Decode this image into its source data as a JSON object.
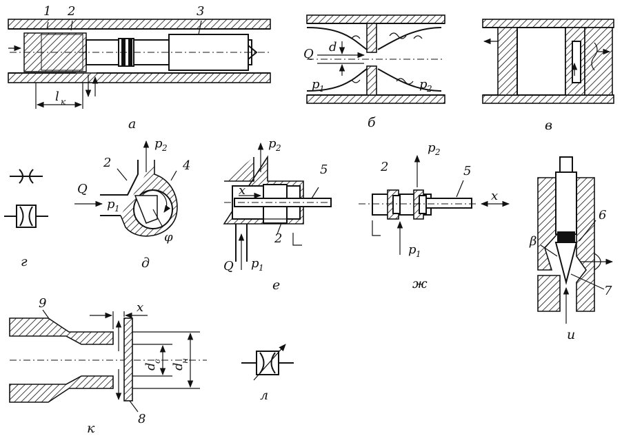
{
  "figure": {
    "panel_labels": [
      "а",
      "б",
      "в",
      "г",
      "д",
      "е",
      "ж",
      "и",
      "к",
      "л"
    ],
    "panel_a": {
      "numbers": [
        "1",
        "2",
        "3"
      ],
      "dimension": "l",
      "dimension_sub": "к"
    },
    "panel_b": {
      "flow": "Q",
      "gap": "d",
      "p_in": "p",
      "p_in_sub": "1",
      "p_out": "p",
      "p_out_sub": "2"
    },
    "panel_d": {
      "number_2": "2",
      "number_4": "4",
      "flow": "Q",
      "p_in": "p",
      "p_in_sub": "1",
      "p_out": "p",
      "p_out_sub": "2",
      "angle": "φ"
    },
    "panel_e": {
      "p_out": "p",
      "p_out_sub": "2",
      "number_5": "5",
      "disp": "x",
      "number_2": "2",
      "flow": "Q",
      "p_in": "p",
      "p_in_sub": "1"
    },
    "panel_zh": {
      "number_2": "2",
      "p_out": "p",
      "p_out_sub": "2",
      "number_5": "5",
      "disp": "x",
      "p_in": "p",
      "p_in_sub": "1"
    },
    "panel_i": {
      "number_6": "6",
      "angle": "β",
      "number_7": "7"
    },
    "panel_k": {
      "number_9": "9",
      "disp": "x",
      "d_c": "d",
      "d_c_sub": "с",
      "d_n": "d",
      "d_n_sub": "н",
      "number_8": "8"
    }
  }
}
